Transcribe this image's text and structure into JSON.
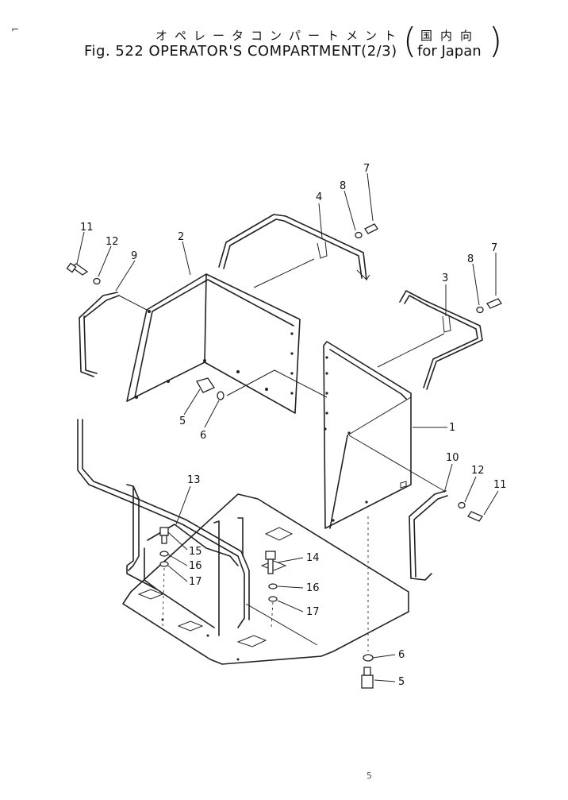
{
  "title": {
    "japanese": "オペレータコンパートメント",
    "english": "Fig. 522 OPERATOR'S COMPARTMENT(2/3)",
    "region_japanese": "国内向",
    "region_english": "for Japan"
  },
  "callouts": {
    "c1": "1",
    "c2": "2",
    "c3": "3",
    "c4": "4",
    "c5a": "5",
    "c5b": "5",
    "c6a": "6",
    "c6b": "6",
    "c7a": "7",
    "c7b": "7",
    "c8a": "8",
    "c8b": "8",
    "c9": "9",
    "c10": "10",
    "c11a": "11",
    "c11b": "11",
    "c12a": "12",
    "c12b": "12",
    "c13": "13",
    "c14": "14",
    "c15": "15",
    "c16a": "16",
    "c16b": "16",
    "c17a": "17",
    "c17b": "17"
  },
  "footer": "5"
}
